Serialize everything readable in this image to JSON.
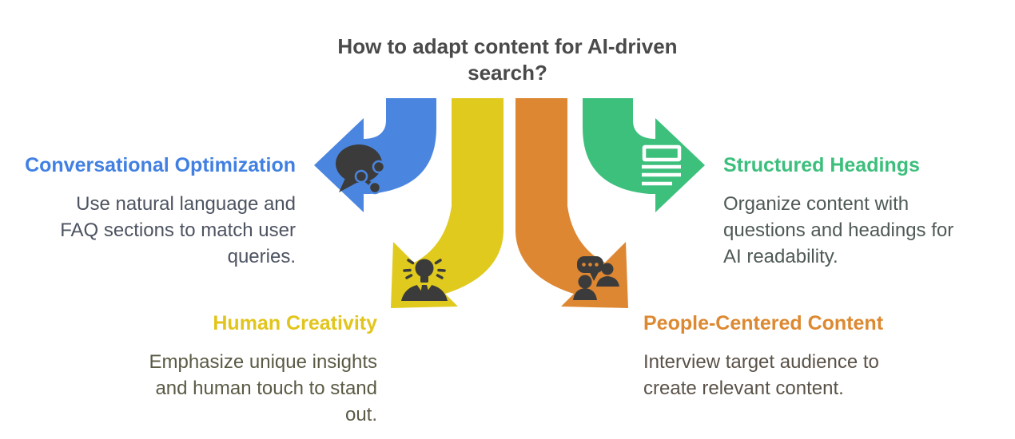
{
  "background": "#ffffff",
  "title": {
    "text": "How to adapt content for AI-driven\nsearch?",
    "color": "#4a4a4a"
  },
  "icon_color": "#3b3b3b",
  "icon_light_color": "#ffffff",
  "sections": [
    {
      "heading": "Conversational Optimization",
      "body": "Use natural language and\nFAQ sections to match user\nqueries.",
      "color": "#4180e2",
      "arrow_color": "#4a86e0",
      "body_color": "#4d5361",
      "icon": "chat-share-icon",
      "arrow_direction": "left"
    },
    {
      "heading": "Structured Headings",
      "body": "Organize content with\nquestions and headings for\nAI readability.",
      "color": "#3cbf7c",
      "arrow_color": "#3ec07d",
      "body_color": "#4f5a54",
      "icon": "structured-text-icon",
      "arrow_direction": "right"
    },
    {
      "heading": "Human Creativity",
      "body": "Emphasize unique insights\nand human touch to stand\nout.",
      "color": "#e2c51c",
      "arrow_color": "#e0ca1e",
      "body_color": "#5b5a45",
      "icon": "lightbulb-person-icon",
      "arrow_direction": "down-left"
    },
    {
      "heading": "People-Centered Content",
      "body": "Interview target audience to\ncreate relevant content.",
      "color": "#dd8931",
      "arrow_color": "#dd8733",
      "body_color": "#5a5248",
      "icon": "people-chat-icon",
      "arrow_direction": "down-right"
    }
  ]
}
